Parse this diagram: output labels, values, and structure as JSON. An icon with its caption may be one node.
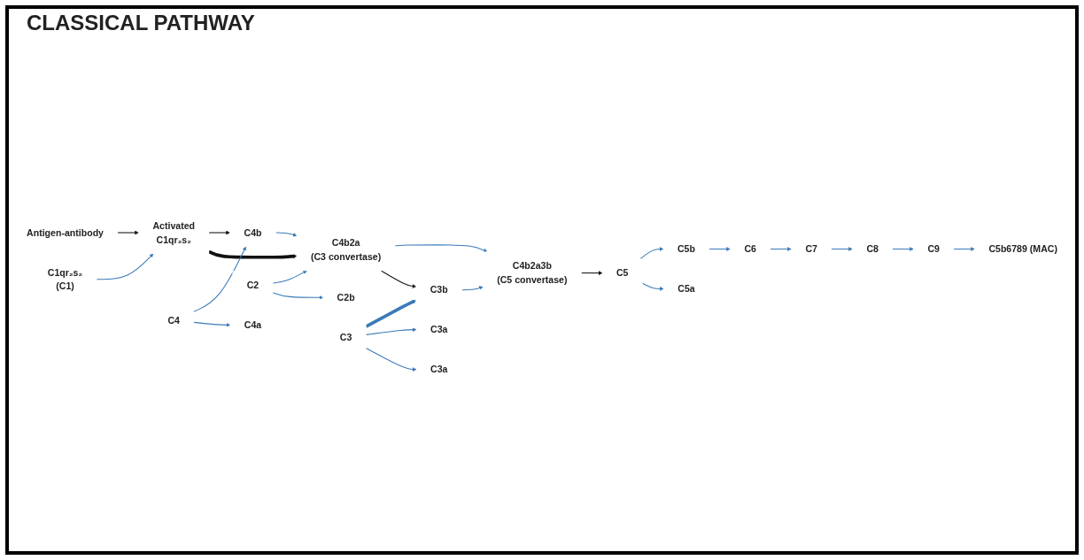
{
  "diagram": {
    "title": "CLASSICAL PATHWAY",
    "nodes": [
      {
        "text": [
          "Antigen-antibody"
        ]
      },
      {
        "text": [
          "C1qr₂s₂",
          "(C1)"
        ]
      },
      {
        "text": [
          "Activated",
          "C1qr₂s₂"
        ]
      },
      {
        "text": [
          "C4"
        ]
      },
      {
        "text": [
          "C4b"
        ]
      },
      {
        "text": [
          "C4a"
        ]
      },
      {
        "text": [
          "C2"
        ]
      },
      {
        "text": [
          "C2b"
        ]
      },
      {
        "text": [
          "C4b2a",
          "(C3 convertase)"
        ]
      },
      {
        "text": [
          "C4b2a3b",
          "(C5 convertase)"
        ]
      },
      {
        "text": [
          "C3"
        ]
      },
      {
        "text": [
          "C3a"
        ]
      },
      {
        "text": [
          "C3b"
        ]
      },
      {
        "text": [
          "C3a"
        ]
      },
      {
        "text": [
          "C5"
        ]
      },
      {
        "text": [
          "C5b"
        ]
      },
      {
        "text": [
          "C5a"
        ]
      },
      {
        "text": [
          "C6"
        ]
      },
      {
        "text": [
          "C7"
        ]
      },
      {
        "text": [
          "C8"
        ]
      },
      {
        "text": [
          "C9"
        ]
      },
      {
        "text": [
          "C5b6789 (MAC)"
        ]
      }
    ],
    "edges": [
      {
        "from": 0,
        "to": 2,
        "arrow": "to",
        "color": "#111111"
      },
      {
        "from": 1,
        "to": 2,
        "arrow": "to"
      },
      {
        "from": 2,
        "to": 4,
        "arrow": "to",
        "color": "#111111"
      },
      {
        "from": 2,
        "to": 8,
        "arrow": "to",
        "style": "thick",
        "color": "#111111"
      },
      {
        "from": 3,
        "to": 4,
        "arrow": "to"
      },
      {
        "from": 3,
        "to": 5,
        "arrow": "to"
      },
      {
        "from": 4,
        "to": 8,
        "arrow": "to"
      },
      {
        "from": 6,
        "to": 8,
        "arrow": "to"
      },
      {
        "from": 6,
        "to": 7,
        "arrow": "to"
      },
      {
        "from": 8,
        "to": 9,
        "arrow": "to"
      },
      {
        "from": 8,
        "to": 12,
        "arrow": "to",
        "color": "#111111"
      },
      {
        "from": 10,
        "to": 12,
        "arrow": "to",
        "style": "thick"
      },
      {
        "from": 10,
        "to": 11,
        "arrow": "to"
      },
      {
        "from": 10,
        "to": 13,
        "arrow": "to"
      },
      {
        "from": 12,
        "to": 9,
        "arrow": "to"
      },
      {
        "from": 9,
        "to": 14,
        "arrow": "to",
        "color": "#111111"
      },
      {
        "from": 14,
        "to": 15,
        "arrow": "to"
      },
      {
        "from": 14,
        "to": 16,
        "arrow": "to"
      },
      {
        "from": 15,
        "to": 17,
        "arrow": "to"
      },
      {
        "from": 17,
        "to": 18,
        "arrow": "to"
      },
      {
        "from": 18,
        "to": 19,
        "arrow": "to"
      },
      {
        "from": 19,
        "to": 20,
        "arrow": "to"
      },
      {
        "from": 20,
        "to": 21,
        "arrow": "to"
      }
    ]
  }
}
